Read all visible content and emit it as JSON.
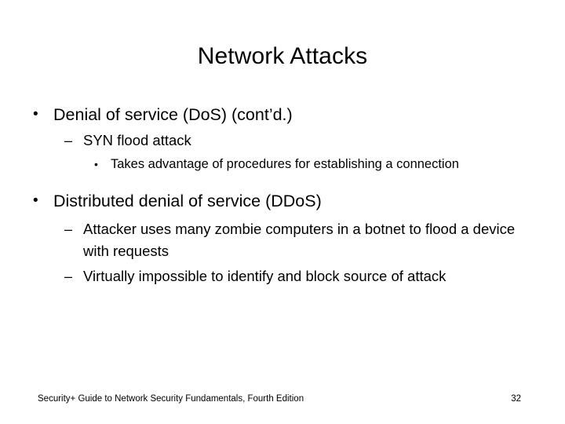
{
  "slide": {
    "title": "Network Attacks",
    "background_color": "#ffffff",
    "text_color": "#000000",
    "bullets": [
      {
        "level": 1,
        "marker": "•",
        "text": "Denial of service (DoS) (cont’d.)"
      },
      {
        "level": 2,
        "marker": "–",
        "text": "SYN flood attack"
      },
      {
        "level": 3,
        "marker": "•",
        "text": "Takes advantage of procedures for establishing a connection"
      },
      {
        "level": 1,
        "marker": "•",
        "text": "Distributed denial of service (DDoS)"
      },
      {
        "level": 2,
        "marker": "–",
        "text": "Attacker uses many zombie computers in a botnet to flood a device with requests"
      },
      {
        "level": 2,
        "marker": "–",
        "text": "Virtually impossible to identify and block source of attack"
      }
    ]
  },
  "footer": {
    "source": "Security+ Guide to Network Security Fundamentals, Fourth Edition",
    "page_number": "32"
  }
}
